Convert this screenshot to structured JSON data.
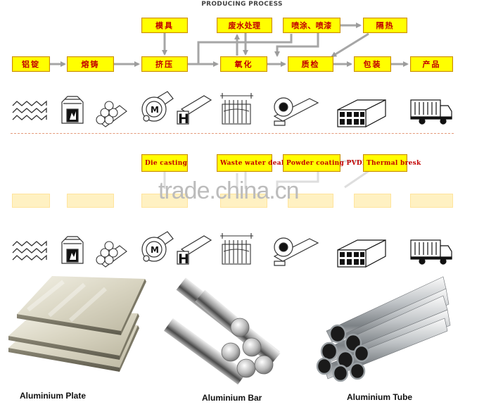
{
  "title": "PRODUCING PROCESS",
  "process_cn": {
    "main_row": [
      "铝锭",
      "熔铸",
      "挤压",
      "氧化",
      "质检",
      "包装",
      "产品"
    ],
    "top_row": [
      "模具",
      "废水处理",
      "喷涂、喷漆",
      "隔热"
    ]
  },
  "process_en": {
    "top_row": [
      "Die casting",
      "Waste water dealing",
      "Powder coating PVDF painting",
      "Thermal bresk"
    ]
  },
  "watermark": "trade.china.cn",
  "icons": [
    "ingot-stack-icon",
    "furnace-icon",
    "log-pile-icon",
    "extrusion-die-icon",
    "profile-bar-icon",
    "anodizing-tank-icon",
    "inspection-gauge-icon",
    "packaging-bundle-icon",
    "delivery-truck-icon"
  ],
  "products": [
    {
      "label": "Aluminium Plate"
    },
    {
      "label": "Aluminium Bar"
    },
    {
      "label": "Aluminium Tube"
    }
  ],
  "colors": {
    "box_fill": "#ffff00",
    "box_text": "#c20000",
    "arrow": "#a6a6a6",
    "dash": "#e49a7a"
  }
}
